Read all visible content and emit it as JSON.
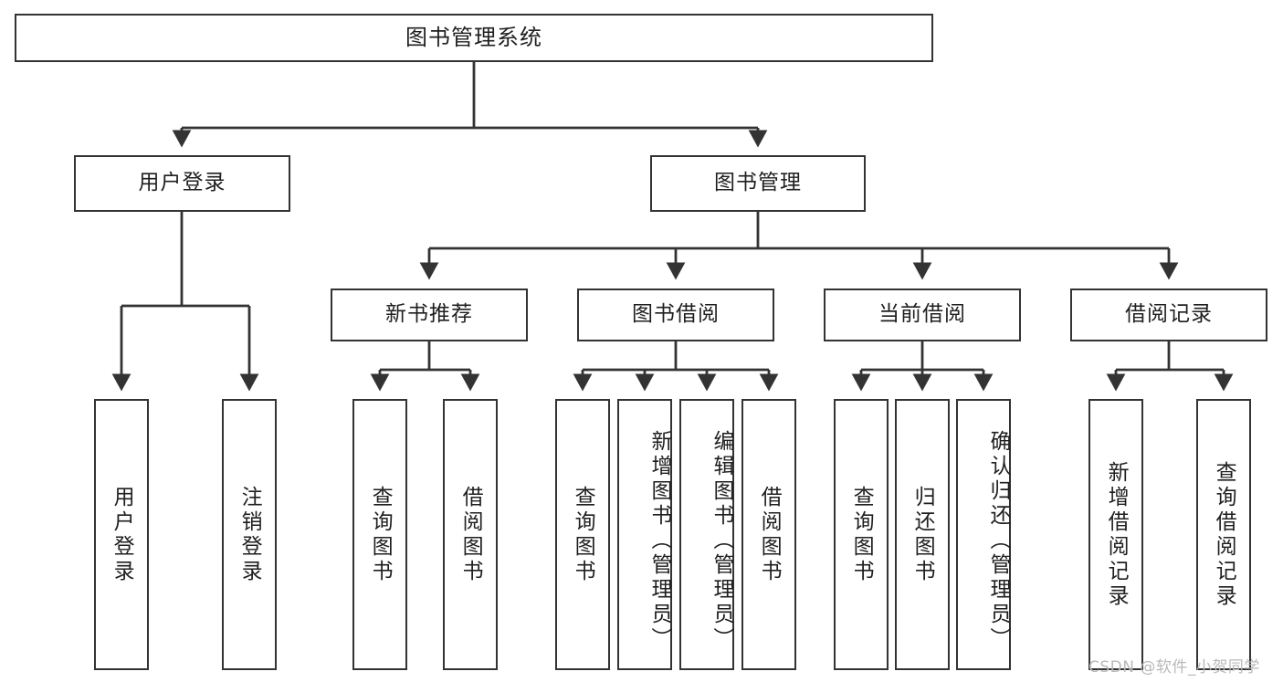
{
  "diagram": {
    "title": "图书管理系统",
    "type": "tree",
    "watermark": "CSDN @软件_小贺同学",
    "colors": {
      "box_border": "#333333",
      "box_fill": "#ffffff",
      "connector": "#333333",
      "text": "#1f1f1f",
      "watermark": "#b9b9b9"
    },
    "levels": {
      "root": {
        "label": "图书管理系统"
      },
      "level2": [
        {
          "id": "user-login",
          "label": "用户登录"
        },
        {
          "id": "book-manage",
          "label": "图书管理"
        }
      ],
      "level3": [
        {
          "id": "new-book-recommend",
          "label": "新书推荐",
          "parent": "book-manage"
        },
        {
          "id": "book-borrow",
          "label": "图书借阅",
          "parent": "book-manage"
        },
        {
          "id": "current-borrow",
          "label": "当前借阅",
          "parent": "book-manage"
        },
        {
          "id": "borrow-record",
          "label": "借阅记录",
          "parent": "book-manage"
        }
      ],
      "leaves": [
        {
          "id": "leaf-user-login",
          "label": "用户登录",
          "parent": "user-login"
        },
        {
          "id": "leaf-user-logout",
          "label": "注销登录",
          "parent": "user-login"
        },
        {
          "id": "leaf-query-book-1",
          "label": "查询图书",
          "parent": "new-book-recommend"
        },
        {
          "id": "leaf-borrow-book-1",
          "label": "借阅图书",
          "parent": "new-book-recommend"
        },
        {
          "id": "leaf-query-book-2",
          "label": "查询图书",
          "parent": "book-borrow"
        },
        {
          "id": "leaf-add-book",
          "label": "新增图书（管理员）",
          "parent": "book-borrow"
        },
        {
          "id": "leaf-edit-book",
          "label": "编辑图书（管理员）",
          "parent": "book-borrow"
        },
        {
          "id": "leaf-borrow-book-2",
          "label": "借阅图书",
          "parent": "book-borrow"
        },
        {
          "id": "leaf-query-book-3",
          "label": "查询图书",
          "parent": "current-borrow"
        },
        {
          "id": "leaf-return-book",
          "label": "归还图书",
          "parent": "current-borrow"
        },
        {
          "id": "leaf-confirm-return",
          "label": "确认归还（管理员）",
          "parent": "current-borrow"
        },
        {
          "id": "leaf-add-record",
          "label": "新增借阅记录",
          "parent": "borrow-record"
        },
        {
          "id": "leaf-query-record",
          "label": "查询借阅记录",
          "parent": "borrow-record"
        }
      ]
    }
  }
}
